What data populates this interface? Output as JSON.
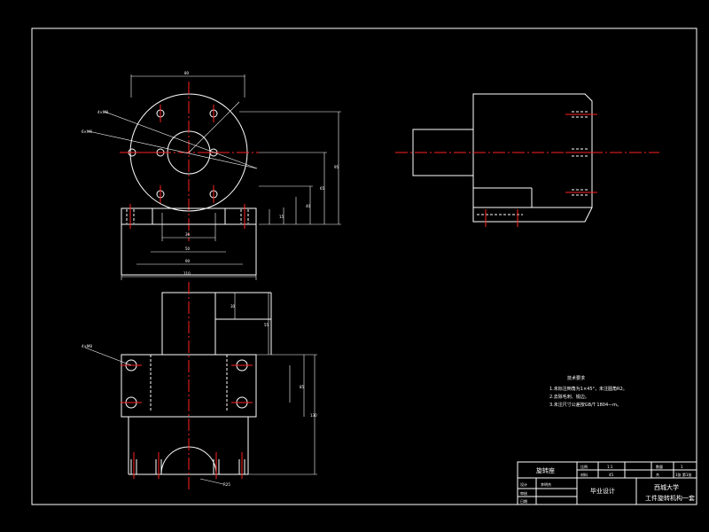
{
  "drawing": {
    "tech_requirements": {
      "heading": "技术要求",
      "items": [
        "1.未标注倒角为1×45°，未注圆角R2。",
        "2.去除毛刺、锐边。",
        "3.未注尺寸公差按GB/T 1804—m。"
      ]
    },
    "title_block": {
      "part_name": "旋转座",
      "scale_label": "比例",
      "scale_value": "1:1",
      "material_label": "材料",
      "material_value": "45",
      "quantity_label": "数量",
      "quantity_value": "1",
      "sheet_label": "共",
      "sheet_value": "1张 第1张",
      "drawn_label": "设计",
      "drawn_name": "李明杰",
      "checked_label": "审核",
      "approved_label": "日期",
      "project": "毕业设计",
      "school": "西城大学",
      "drawing_title": "工件旋转机构一套"
    },
    "dimensions": {
      "top_view_width": "80",
      "base_width": "110",
      "bolt_span": "90",
      "hole_span": "50",
      "inner_span": "36",
      "height_total": "95",
      "height_mid": "65",
      "height_low": "40",
      "height_small": "15",
      "front_height": "130",
      "front_mid": "85",
      "front_low": "55",
      "front_step": "30",
      "hole_callout": "4×M8",
      "hole_callout_2": "6×M6",
      "radius_note": "R25"
    }
  }
}
